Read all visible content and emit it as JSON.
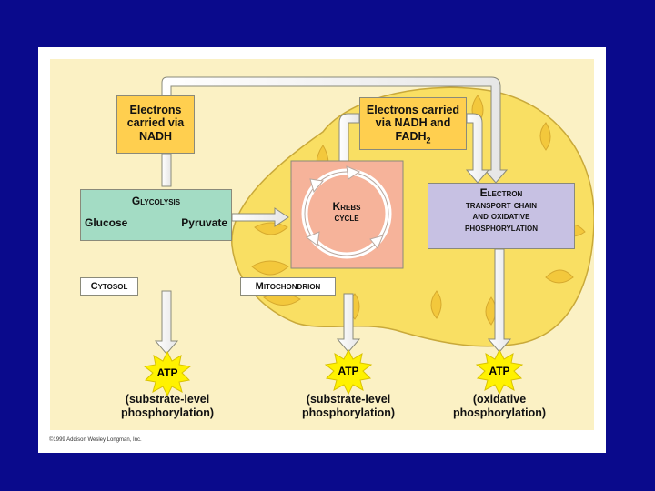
{
  "boxes": {
    "electrons_nadh": "Electrons carried via NADH",
    "electrons_nadh_fadh2": "Electrons carried via NADH and FADH",
    "fadh2_subscript": "2",
    "glycolysis_title": "Glycolysis",
    "glucose": "Glucose",
    "pyruvate": "Pyruvate",
    "krebs_line1": "Krebs",
    "krebs_line2": "cycle",
    "etc_line1": "Electron",
    "etc_line2": "transport chain",
    "etc_line3": "and oxidative",
    "etc_line4": "phosphorylation",
    "cytosol": "Cytosol",
    "mitochondrion": "Mitochondrion"
  },
  "atp": [
    {
      "label": "ATP",
      "caption_line1": "(substrate-level",
      "caption_line2": "phosphorylation)"
    },
    {
      "label": "ATP",
      "caption_line1": "(substrate-level",
      "caption_line2": "phosphorylation)"
    },
    {
      "label": "ATP",
      "caption_line1": "(oxidative",
      "caption_line2": "phosphorylation)"
    }
  ],
  "credit": "©1999 Addison Wesley Longman, Inc.",
  "colors": {
    "background": "#0a0a8c",
    "panel": "#fbf1c4",
    "mitochondrion": "#f9df63",
    "cristae": "#f3c83c",
    "electron_box": "#ffcf4f",
    "glycolysis_box": "#a3dcc4",
    "krebs_box": "#f6b39a",
    "etc_box": "#c7c1e3",
    "atp_burst": "#fff200"
  }
}
